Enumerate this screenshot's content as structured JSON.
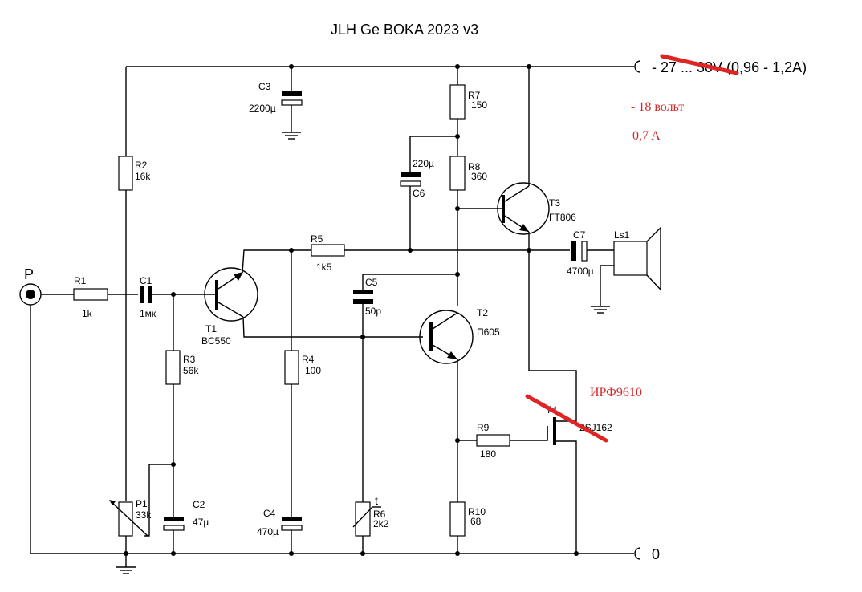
{
  "title": "JLH Ge BOKA 2023 v3",
  "supply": {
    "positive_label": "- 27 ...   30V (0,96 - 1,2A)",
    "ground_label": "0",
    "note_voltage": "- 18 вольт",
    "note_current": "0,7 A"
  },
  "input": {
    "label": "P"
  },
  "components": {
    "R1": {
      "ref": "R1",
      "value": "1k"
    },
    "R2": {
      "ref": "R2",
      "value": "16k"
    },
    "R3": {
      "ref": "R3",
      "value": "56k"
    },
    "R4": {
      "ref": "R4",
      "value": "100"
    },
    "R5": {
      "ref": "R5",
      "value": "1k5"
    },
    "R6": {
      "ref": "R6",
      "value": "2k2",
      "type_mark": "t"
    },
    "R7": {
      "ref": "R7",
      "value": "150"
    },
    "R8": {
      "ref": "R8",
      "value": "360"
    },
    "R9": {
      "ref": "R9",
      "value": "180"
    },
    "R10": {
      "ref": "R10",
      "value": "68"
    },
    "P1": {
      "ref": "P1",
      "value": "33k"
    },
    "C1": {
      "ref": "C1",
      "value": "1мк"
    },
    "C2": {
      "ref": "C2",
      "value": "47µ"
    },
    "C3": {
      "ref": "C3",
      "value": "2200µ"
    },
    "C4": {
      "ref": "C4",
      "value": "470µ"
    },
    "C5": {
      "ref": "C5",
      "value": "50p"
    },
    "C6": {
      "ref": "C6",
      "value": "220µ"
    },
    "C7": {
      "ref": "C7",
      "value": "4700µ"
    },
    "T1": {
      "ref": "T1",
      "value": "BC550"
    },
    "T2": {
      "ref": "T2",
      "value": "П605"
    },
    "T3": {
      "ref": "T3",
      "value": "ГТ806"
    },
    "T4": {
      "ref": "T4",
      "value": "2SJ162",
      "replacement": "ИРФ9610"
    },
    "Ls1": {
      "ref": "Ls1"
    }
  }
}
